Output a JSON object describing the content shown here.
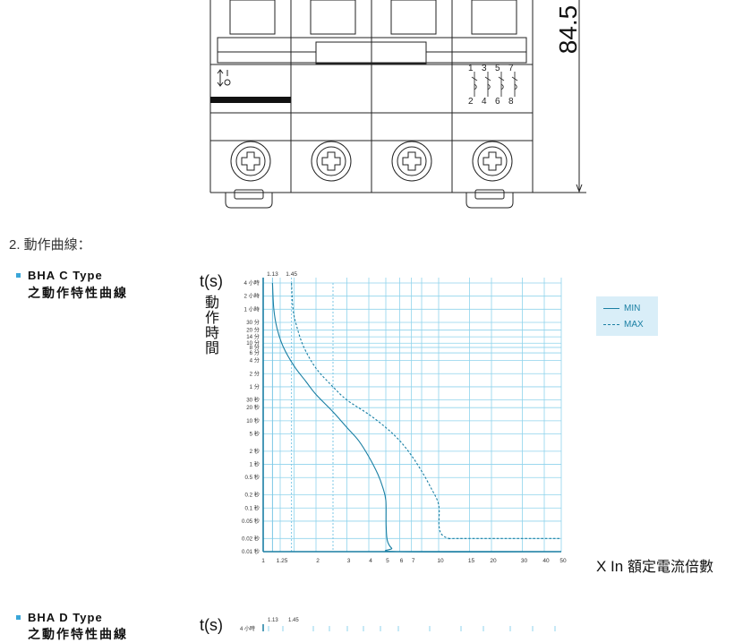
{
  "drawing": {
    "dimension_label": "84.5",
    "terminal_numbers_top": [
      "1",
      "3",
      "5",
      "7"
    ],
    "terminal_numbers_bottom": [
      "2",
      "4",
      "6",
      "8"
    ]
  },
  "section": {
    "title": "2. 動作曲線："
  },
  "chart1": {
    "title_line1": "BHA C Type",
    "title_line2": "之動作特性曲線",
    "ylabel_unit": "t(s)",
    "ylabel_chars": [
      "動",
      "作",
      "時",
      "間"
    ],
    "xlabel_main": "X In",
    "xlabel_suffix": "額定電流倍數",
    "legend": {
      "min_label": "MIN",
      "max_label": "MAX"
    }
  },
  "chart2": {
    "title_line1": "BHA D Type",
    "title_line2": "之動作特性曲線",
    "ylabel_unit": "t(s)",
    "first_tick": "4 小時",
    "top_labels": [
      "1.13",
      "1.45"
    ]
  },
  "chart_data": {
    "type": "line",
    "title": "BHA C Type 之動作特性曲線",
    "xlabel": "X In 額定電流倍數",
    "ylabel": "t(s) 動作時間",
    "x_scale": "log",
    "y_scale": "log",
    "xlim": [
      1,
      50
    ],
    "ylim": [
      0.01,
      14400
    ],
    "grid": true,
    "legend_position": "right",
    "x_ticks": [
      {
        "v": 1,
        "label": "1"
      },
      {
        "v": 1.25,
        "label": "1.25"
      },
      {
        "v": 2,
        "label": "2"
      },
      {
        "v": 3,
        "label": "3"
      },
      {
        "v": 4,
        "label": "4"
      },
      {
        "v": 5,
        "label": "5"
      },
      {
        "v": 6,
        "label": "6"
      },
      {
        "v": 7,
        "label": "7"
      },
      {
        "v": 10,
        "label": "10"
      },
      {
        "v": 15,
        "label": "15"
      },
      {
        "v": 20,
        "label": "20"
      },
      {
        "v": 30,
        "label": "30"
      },
      {
        "v": 40,
        "label": "40"
      },
      {
        "v": 50,
        "label": "50"
      }
    ],
    "x_grid": [
      1.25,
      1.5,
      2,
      3,
      4,
      5,
      6,
      7,
      8,
      10,
      15,
      20,
      30,
      40,
      50
    ],
    "y_ticks": [
      {
        "v": 14400,
        "label": "4 小時"
      },
      {
        "v": 7200,
        "label": "2 小時"
      },
      {
        "v": 3600,
        "label": "1 小時"
      },
      {
        "v": 1800,
        "label": "30 分"
      },
      {
        "v": 1200,
        "label": "20 分"
      },
      {
        "v": 840,
        "label": "14 分"
      },
      {
        "v": 600,
        "label": "10 分"
      },
      {
        "v": 480,
        "label": "8 分"
      },
      {
        "v": 360,
        "label": "6 分"
      },
      {
        "v": 240,
        "label": "4 分"
      },
      {
        "v": 120,
        "label": "2 分"
      },
      {
        "v": 60,
        "label": "1 分"
      },
      {
        "v": 30,
        "label": "30 秒"
      },
      {
        "v": 20,
        "label": "20 秒"
      },
      {
        "v": 10,
        "label": "10 秒"
      },
      {
        "v": 5,
        "label": "5 秒"
      },
      {
        "v": 2,
        "label": "2 秒"
      },
      {
        "v": 1,
        "label": "1 秒"
      },
      {
        "v": 0.5,
        "label": "0.5 秒"
      },
      {
        "v": 0.2,
        "label": "0.2 秒"
      },
      {
        "v": 0.1,
        "label": "0.1 秒"
      },
      {
        "v": 0.05,
        "label": "0.05 秒"
      },
      {
        "v": 0.02,
        "label": "0.02 秒"
      },
      {
        "v": 0.01,
        "label": "0.01 秒"
      }
    ],
    "top_markers": [
      {
        "v": 1.13,
        "label": "1.13",
        "style": "solid"
      },
      {
        "v": 1.45,
        "label": "1.45",
        "style": "dashed"
      }
    ],
    "series": [
      {
        "name": "MIN",
        "style": "solid",
        "points": [
          [
            1.13,
            14400
          ],
          [
            1.15,
            3600
          ],
          [
            1.2,
            1300
          ],
          [
            1.3,
            500
          ],
          [
            1.5,
            180
          ],
          [
            1.75,
            80
          ],
          [
            2,
            40
          ],
          [
            2.5,
            16
          ],
          [
            3,
            7
          ],
          [
            3.5,
            3.5
          ],
          [
            4,
            1.5
          ],
          [
            4.5,
            0.6
          ],
          [
            4.8,
            0.3
          ],
          [
            5,
            0.15
          ],
          [
            5.02,
            0.04
          ],
          [
            5.1,
            0.018
          ],
          [
            5.4,
            0.012
          ],
          [
            6,
            0.01
          ],
          [
            50,
            0.01
          ]
        ]
      },
      {
        "name": "MAX",
        "style": "dashed",
        "points": [
          [
            1.45,
            14400
          ],
          [
            1.48,
            3600
          ],
          [
            1.55,
            1500
          ],
          [
            1.7,
            500
          ],
          [
            2,
            160
          ],
          [
            2.5,
            60
          ],
          [
            3,
            30
          ],
          [
            4,
            14
          ],
          [
            5,
            7
          ],
          [
            6,
            3.5
          ],
          [
            7,
            1.6
          ],
          [
            8,
            0.7
          ],
          [
            9,
            0.3
          ],
          [
            10,
            0.12
          ],
          [
            10.05,
            0.04
          ],
          [
            10.4,
            0.025
          ],
          [
            11.5,
            0.02
          ],
          [
            13,
            0.02
          ],
          [
            50,
            0.02
          ]
        ]
      }
    ]
  }
}
